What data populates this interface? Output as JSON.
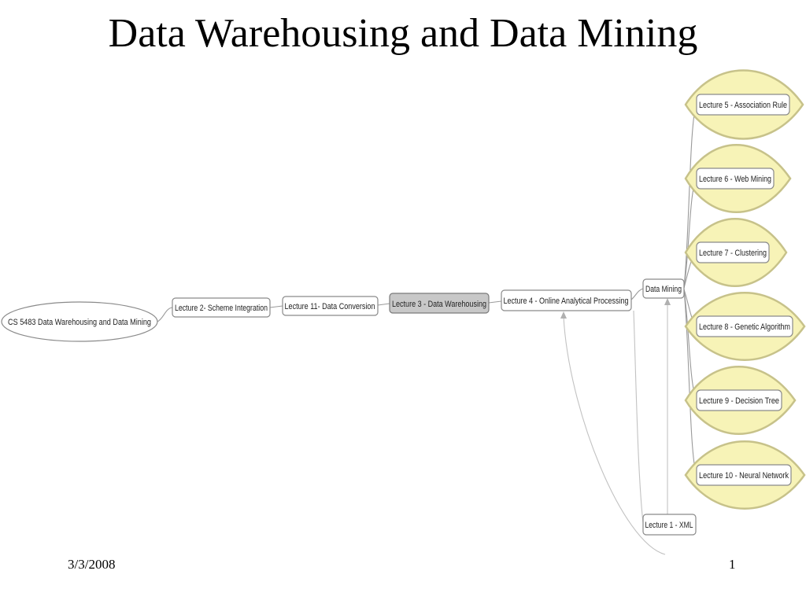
{
  "slide": {
    "title": "Data Warehousing and Data Mining",
    "date": "3/3/2008",
    "page_number": "1"
  },
  "mindmap": {
    "root": "CS 5483 Data Warehousing and Data Mining",
    "chain": [
      "Lecture 2- Scheme Integration",
      "Lecture 11- Data Conversion",
      "Lecture 3 - Data Warehousing",
      "Lecture 4 - Online Analytical Processing",
      "Data Mining"
    ],
    "extra_node": "Lecture 1 - XML",
    "leaves": [
      "Lecture 5 - Association Rule",
      "Lecture 6 - Web Mining",
      "Lecture 7 - Clustering",
      "Lecture 8 - Genetic Algorithm",
      "Lecture 9 - Decision Tree",
      "Lecture 10 - Neural Network"
    ],
    "colors": {
      "leaf_fill": "#f7f3b7",
      "leaf_outline": "#c7c28a",
      "selected_fill": "#c8c8c8",
      "edge": "#9a9a9a"
    }
  }
}
